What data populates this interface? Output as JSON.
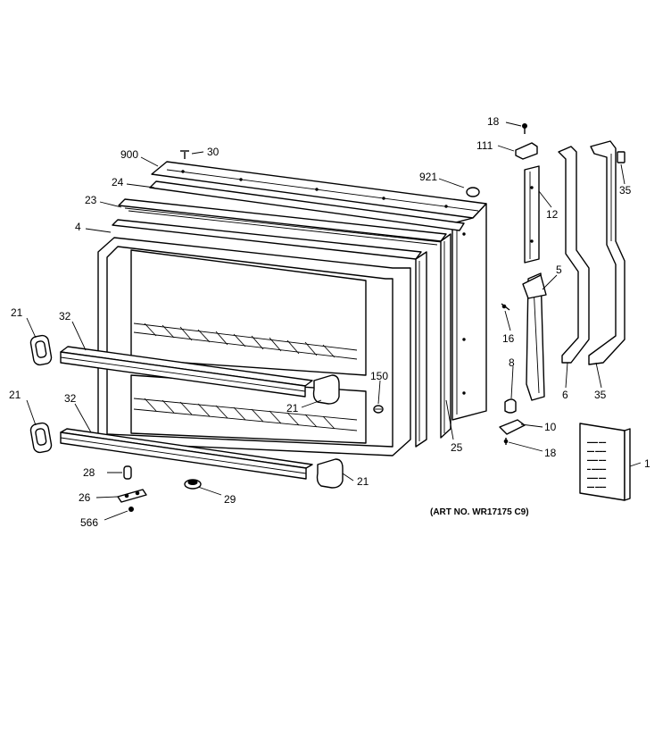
{
  "diagram": {
    "art_number": "(ART NO. WR17175 C9)",
    "labels": {
      "l1": "1",
      "l4": "4",
      "l5": "5",
      "l6": "6",
      "l8": "8",
      "l10": "10",
      "l12": "12",
      "l16": "16",
      "l18a": "18",
      "l18b": "18",
      "l21a": "21",
      "l21b": "21",
      "l21c": "21",
      "l21d": "21",
      "l23": "23",
      "l24": "24",
      "l25": "25",
      "l26": "26",
      "l28": "28",
      "l29": "29",
      "l30": "30",
      "l32a": "32",
      "l32b": "32",
      "l35a": "35",
      "l35b": "35",
      "l111": "111",
      "l150": "150",
      "l566": "566",
      "l900": "900",
      "l921": "921"
    }
  }
}
